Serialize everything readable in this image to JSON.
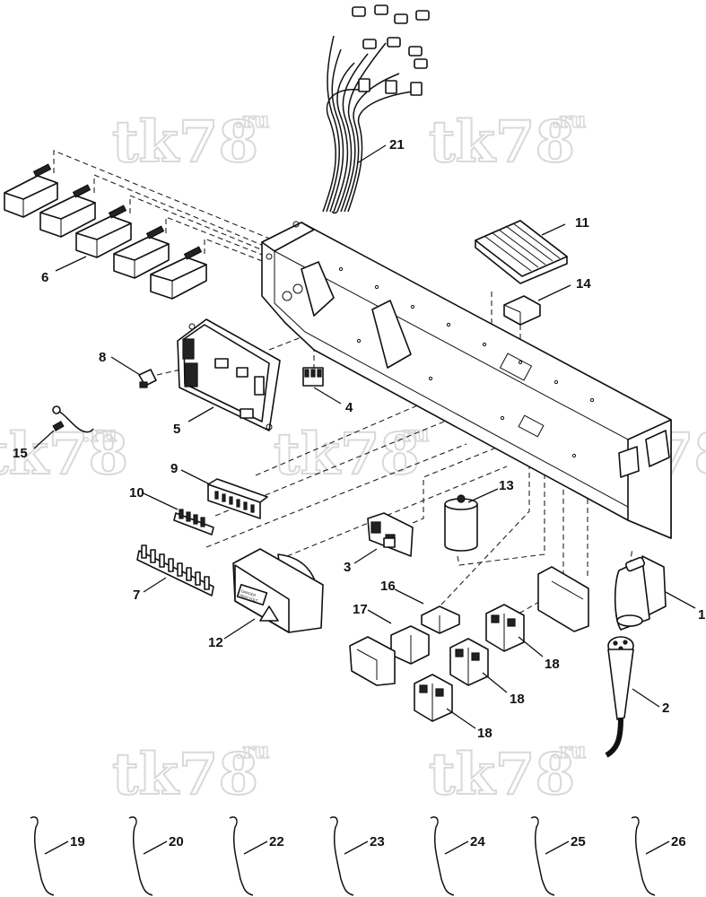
{
  "watermark": {
    "main": "tk78",
    "sup": ".ru"
  },
  "callouts": [
    "1",
    "2",
    "3",
    "4",
    "5",
    "6",
    "7",
    "8",
    "9",
    "10",
    "11",
    "12",
    "13",
    "14",
    "15",
    "16",
    "17",
    "18",
    "18",
    "18",
    "19",
    "20",
    "21",
    "22",
    "23",
    "24",
    "25",
    "26"
  ],
  "sign_text": {
    "warning_line1": "DANGER",
    "warning_line2": "HIGH VOLT"
  },
  "colors": {
    "ink": "#111111",
    "watermark": "#d9d9d9",
    "background": "#ffffff"
  }
}
